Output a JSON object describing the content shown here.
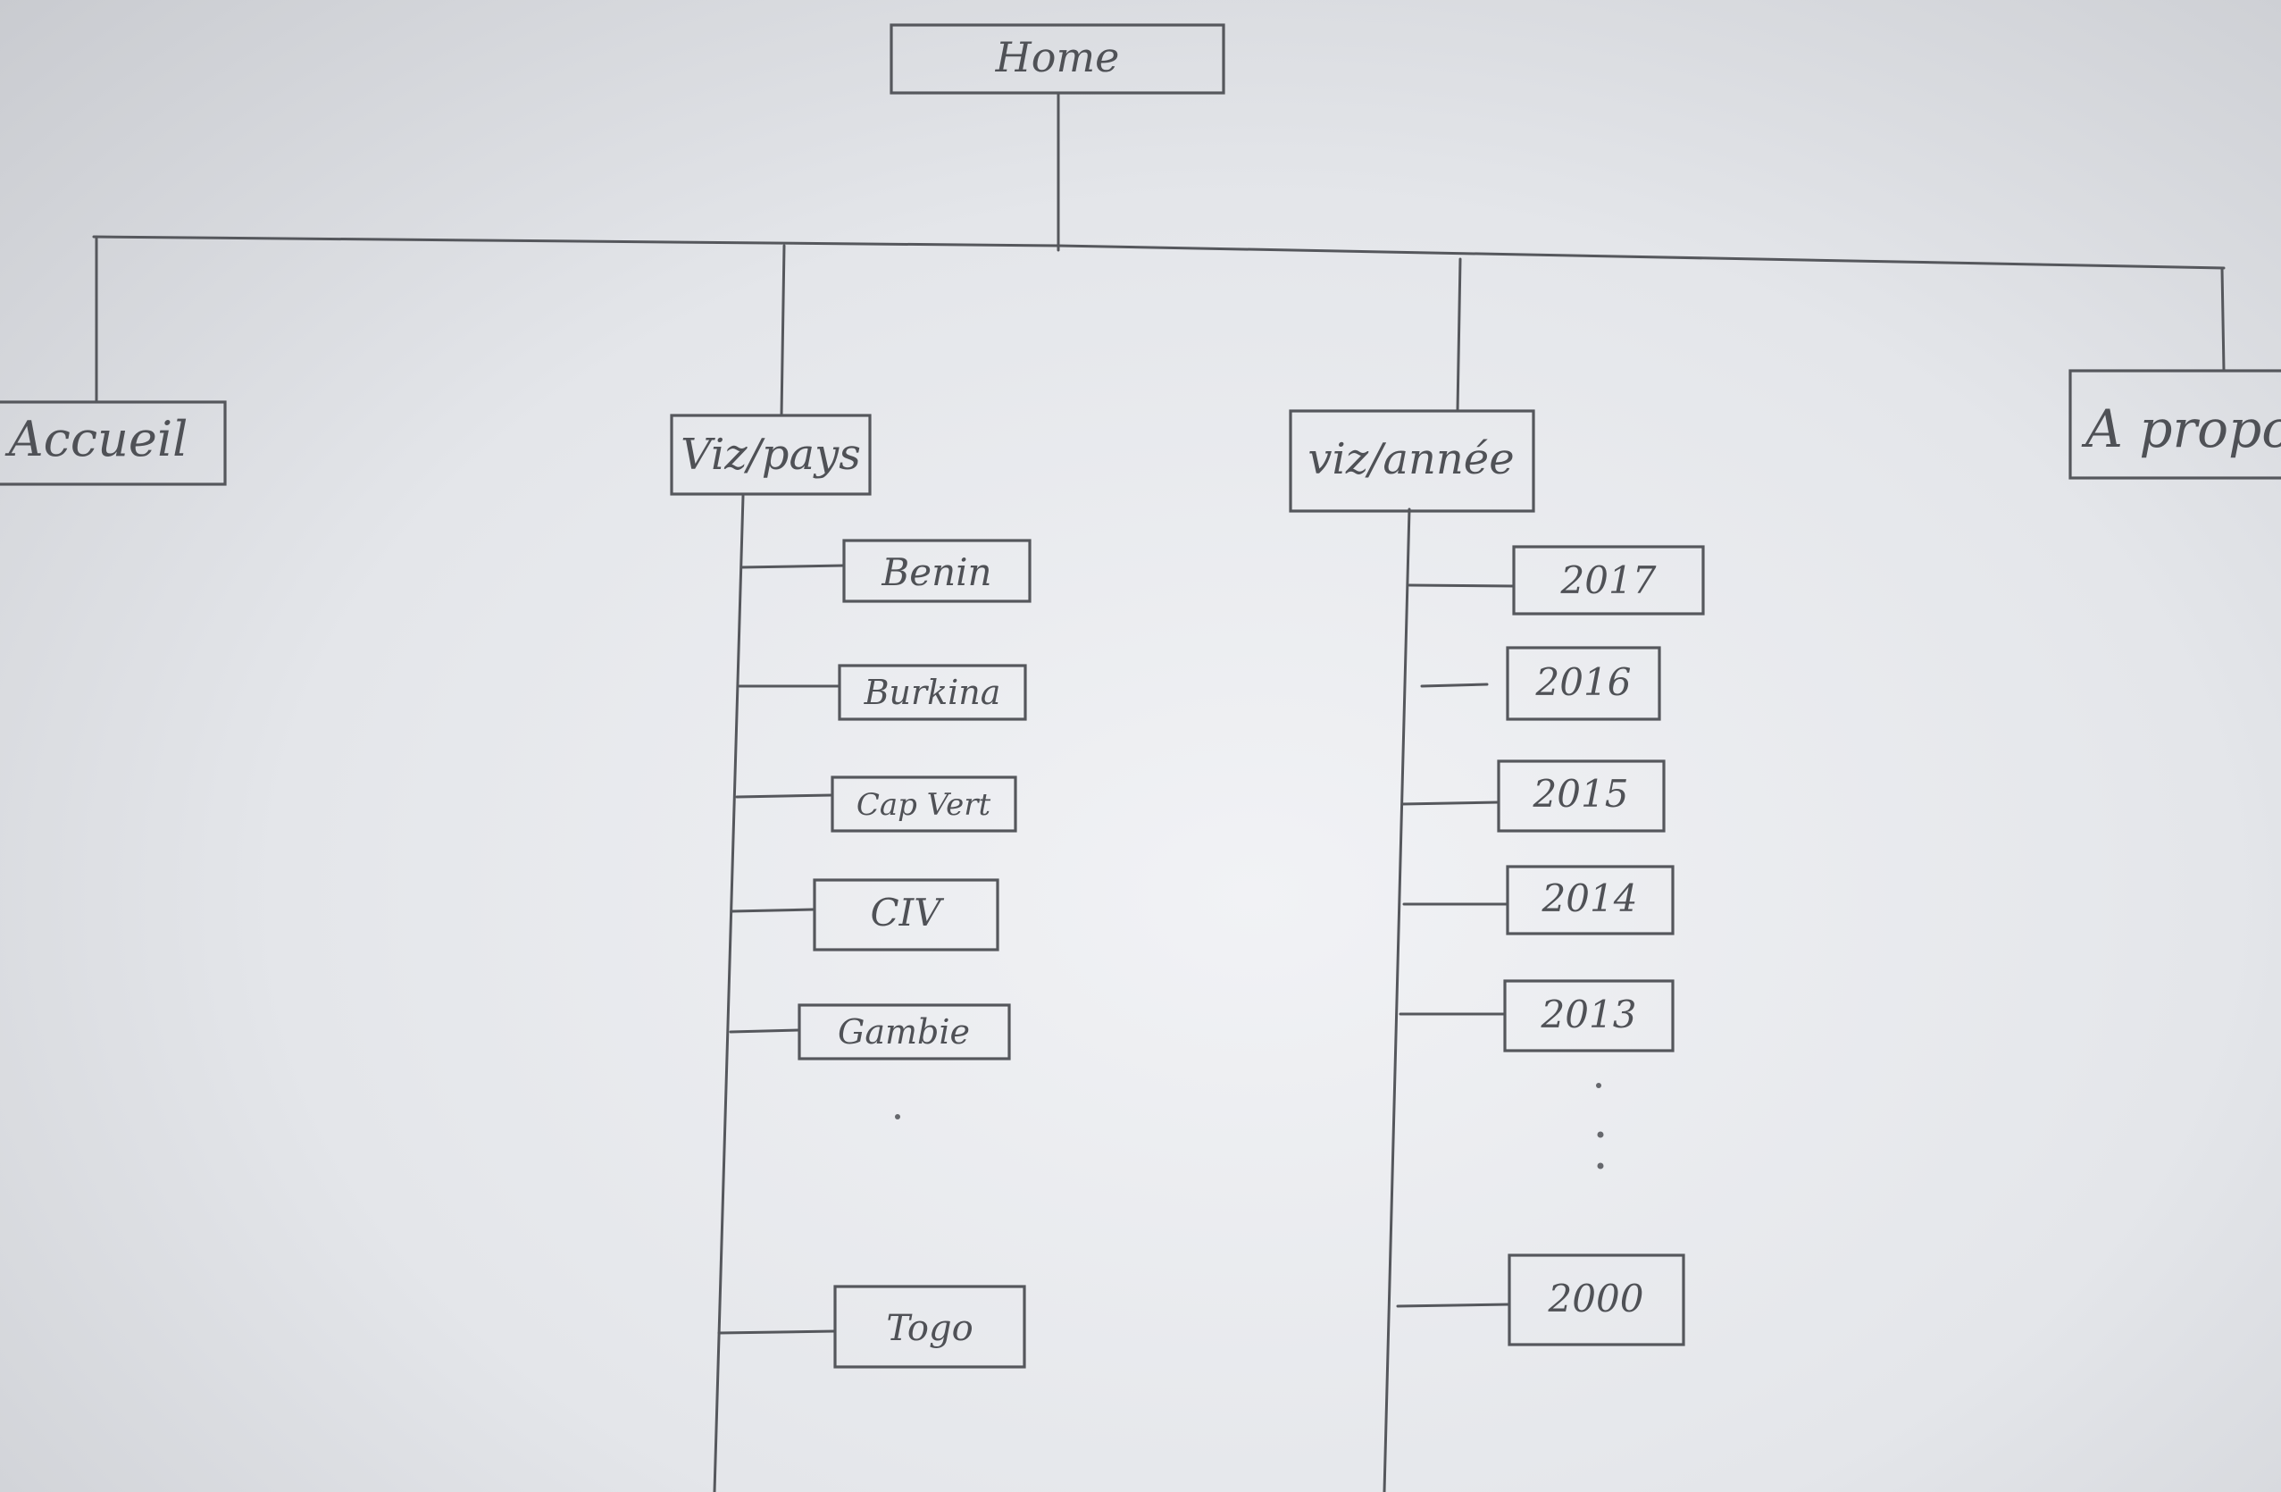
{
  "root": {
    "label": "Home"
  },
  "sections": [
    {
      "label": "Accueil"
    },
    {
      "label": "Viz/pays",
      "children": [
        "Benin",
        "Burkina",
        "Cap Vert",
        "CIV",
        "Gambie",
        "Togo"
      ]
    },
    {
      "label": "viz/année",
      "children": [
        "2017",
        "2016",
        "2015",
        "2014",
        "2013",
        "2000"
      ]
    },
    {
      "label": "A propos"
    }
  ],
  "continuation": ":"
}
